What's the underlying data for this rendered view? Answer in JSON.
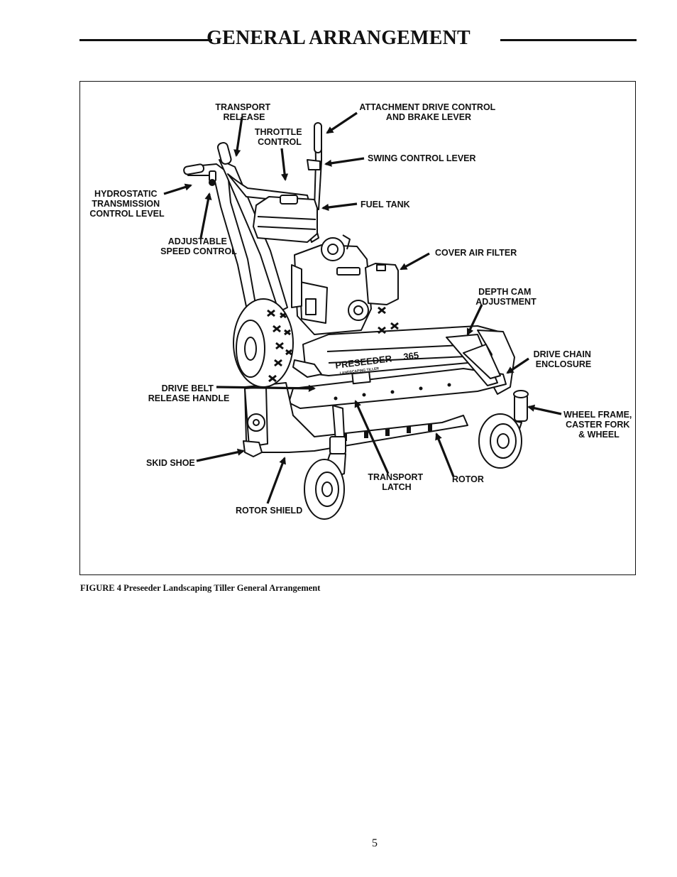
{
  "page": {
    "title": "GENERAL ARRANGEMENT",
    "caption": "FIGURE 4  Preseeder Landscaping Tiller General Arrangement",
    "page_number": "5"
  },
  "figure": {
    "machine_logo": "PRESEEDER",
    "machine_model": "365",
    "machine_subtitle": "LANDSCAPING TILLER",
    "labels": {
      "transport_release": [
        "TRANSPORT",
        "RELEASE"
      ],
      "attachment_drive_control": [
        "ATTACHMENT DRIVE CONTROL",
        "AND BRAKE LEVER"
      ],
      "throttle_control": [
        "THROTTLE",
        "CONTROL"
      ],
      "swing_control_lever": [
        "SWING CONTROL LEVER"
      ],
      "hydrostatic_transmission": [
        "HYDROSTATIC",
        "TRANSMISSION",
        "CONTROL LEVEL"
      ],
      "fuel_tank": [
        "FUEL TANK"
      ],
      "adjustable_speed_control": [
        "ADJUSTABLE",
        "SPEED CONTROL"
      ],
      "cover_air_filter": [
        "COVER AIR FILTER"
      ],
      "depth_cam_adjustment": [
        "DEPTH CAM",
        "ADJUSTMENT"
      ],
      "drive_chain_enclosure": [
        "DRIVE CHAIN",
        "ENCLOSURE"
      ],
      "drive_belt_release": [
        "DRIVE BELT",
        "RELEASE HANDLE"
      ],
      "wheel_frame": [
        "WHEEL FRAME,",
        "CASTER FORK",
        "& WHEEL"
      ],
      "skid_shoe": [
        "SKID SHOE"
      ],
      "transport_latch": [
        "TRANSPORT",
        "LATCH"
      ],
      "rotor": [
        "ROTOR"
      ],
      "rotor_shield": [
        "ROTOR SHIELD"
      ]
    }
  }
}
